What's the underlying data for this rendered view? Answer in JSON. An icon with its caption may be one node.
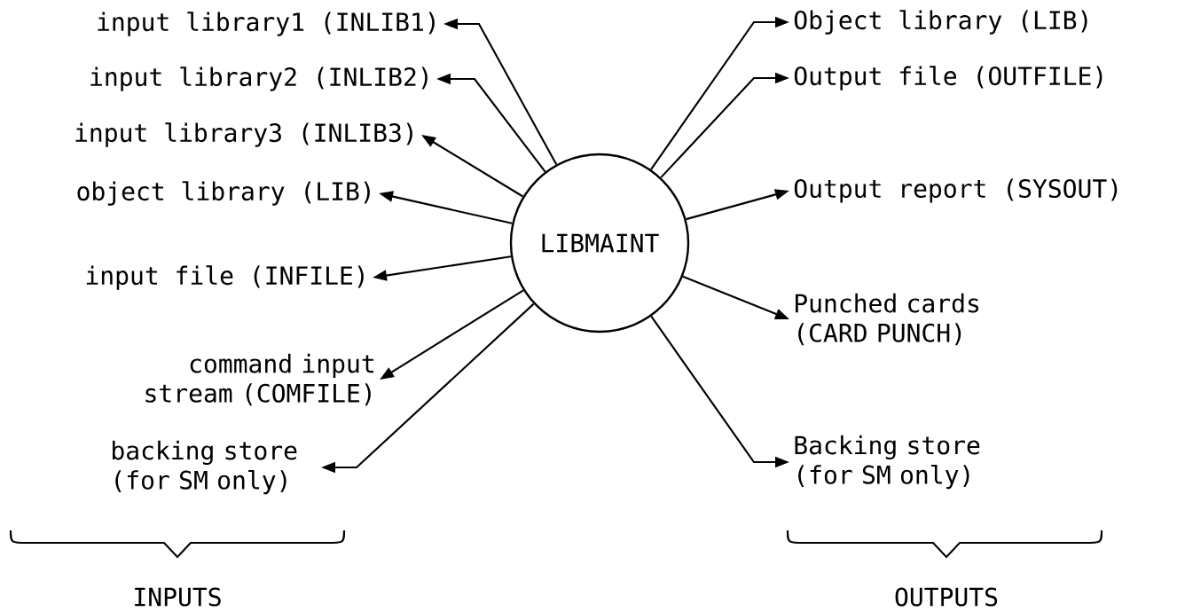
{
  "diagram": {
    "nodes": [
      {
        "text": [
          "LIBMAINT"
        ]
      },
      {
        "text": [
          "input library1 (INLIB1)"
        ]
      },
      {
        "text": [
          "input library2 (INLIB2)"
        ]
      },
      {
        "text": [
          "input library3 (INLIB3)"
        ]
      },
      {
        "text": [
          "object library (LIB)"
        ]
      },
      {
        "text": [
          "input file (INFILE)"
        ]
      },
      {
        "text": [
          "command input stream (COMFILE)"
        ]
      },
      {
        "text": [
          "backing store (for SM only)"
        ]
      },
      {
        "text": [
          "Object library (LIB)"
        ]
      },
      {
        "text": [
          "Output file (OUTFILE)"
        ]
      },
      {
        "text": [
          "Output report (SYSOUT)"
        ]
      },
      {
        "text": [
          "Punched cards (CARD PUNCH)"
        ]
      },
      {
        "text": [
          "Backing store (for SM only)"
        ]
      }
    ],
    "edges": [
      {
        "from": 0,
        "to": 1,
        "arrow": "to"
      },
      {
        "from": 0,
        "to": 2,
        "arrow": "to"
      },
      {
        "from": 0,
        "to": 3,
        "arrow": "to"
      },
      {
        "from": 0,
        "to": 4,
        "arrow": "to"
      },
      {
        "from": 0,
        "to": 5,
        "arrow": "to"
      },
      {
        "from": 0,
        "to": 6,
        "arrow": "to"
      },
      {
        "from": 0,
        "to": 7,
        "arrow": "to"
      },
      {
        "from": 0,
        "to": 8,
        "arrow": "to"
      },
      {
        "from": 0,
        "to": 9,
        "arrow": "to"
      },
      {
        "from": 0,
        "to": 10,
        "arrow": "to"
      },
      {
        "from": 0,
        "to": 11,
        "arrow": "to"
      },
      {
        "from": 0,
        "to": 12,
        "arrow": "to"
      }
    ],
    "labels": [
      "INPUTS",
      "OUTPUTS"
    ]
  }
}
